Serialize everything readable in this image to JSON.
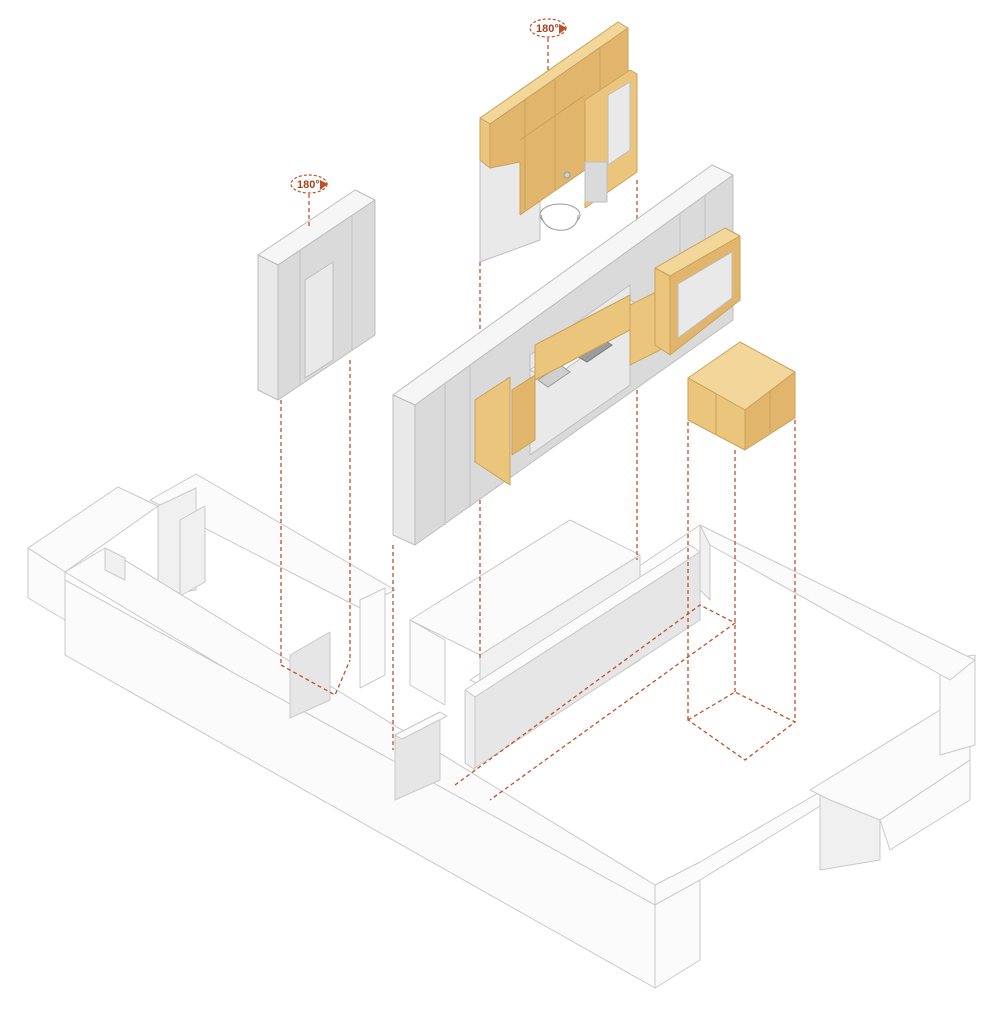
{
  "diagram": {
    "rotation_labels": [
      {
        "id": "bathroom_rotation",
        "text": "180°"
      },
      {
        "id": "column_rotation",
        "text": "180°"
      }
    ],
    "colors": {
      "wall": "#fbfbfb",
      "grey_module": "#e9e9e9",
      "wood_module": "#ecc57d",
      "guide_line": "#c0502a"
    }
  }
}
